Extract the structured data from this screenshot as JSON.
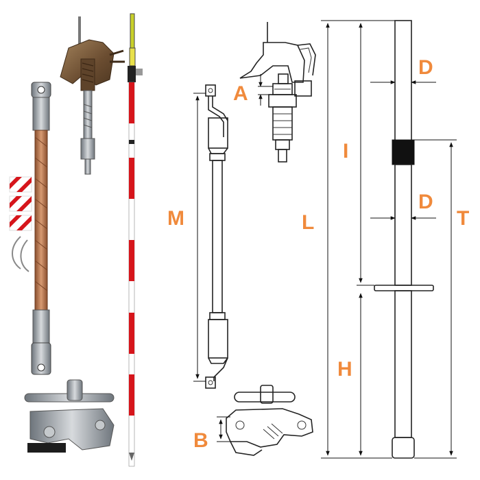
{
  "colors": {
    "label": "#f08a3c",
    "pole_red": "#d6151b",
    "copper": "#b9714a",
    "bronze": "#7a5a3a",
    "steel": "#9aa0a6",
    "grip": "#111111"
  },
  "labels": {
    "A": "A",
    "B": "B",
    "D_top": "D",
    "D_mid": "D",
    "I": "I",
    "L": "L",
    "T": "T",
    "H": "H",
    "M": "M"
  }
}
